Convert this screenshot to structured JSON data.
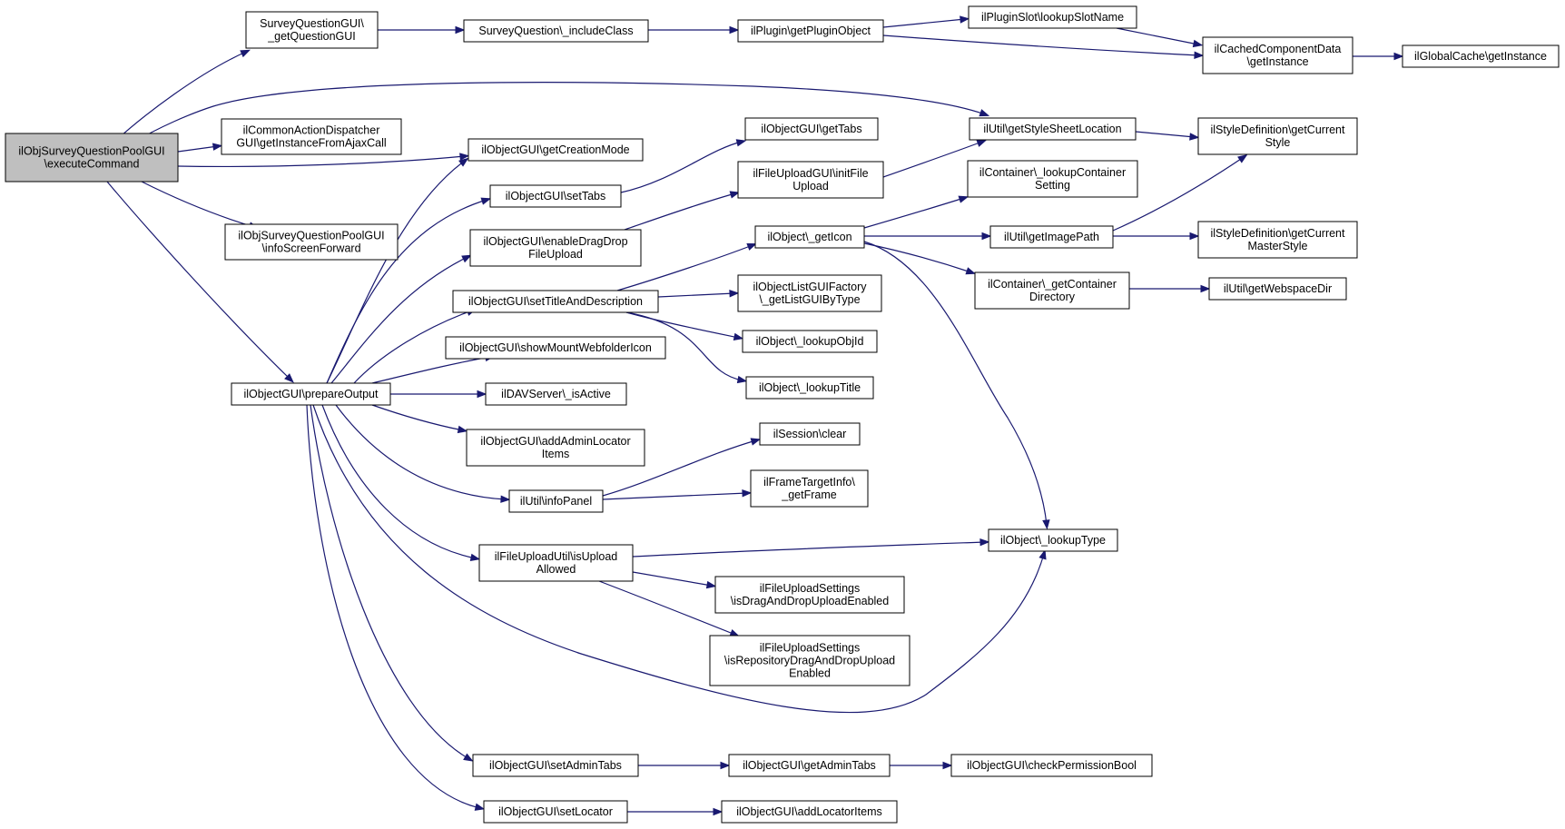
{
  "diagram": {
    "nodes": [
      {
        "id": "execute",
        "lines": [
          "ilObjSurveyQuestionPoolGUI",
          "\\executeCommand"
        ],
        "highlighted": true
      },
      {
        "id": "getQuestionGUI",
        "lines": [
          "SurveyQuestionGUI\\",
          "_getQuestionGUI"
        ]
      },
      {
        "id": "includeClass",
        "lines": [
          "SurveyQuestion\\_includeClass"
        ]
      },
      {
        "id": "getPluginObject",
        "lines": [
          "ilPlugin\\getPluginObject"
        ]
      },
      {
        "id": "lookupSlotName",
        "lines": [
          "ilPluginSlot\\lookupSlotName"
        ]
      },
      {
        "id": "cachedGetInstance",
        "lines": [
          "ilCachedComponentData",
          "\\getInstance"
        ]
      },
      {
        "id": "globalCache",
        "lines": [
          "ilGlobalCache\\getInstance"
        ]
      },
      {
        "id": "getStyleSheetLocation",
        "lines": [
          "ilUtil\\getStyleSheetLocation"
        ]
      },
      {
        "id": "getCurrentStyle",
        "lines": [
          "ilStyleDefinition\\getCurrent",
          "Style"
        ]
      },
      {
        "id": "commonAction",
        "lines": [
          "ilCommonActionDispatcher",
          "GUI\\getInstanceFromAjaxCall"
        ]
      },
      {
        "id": "getCreationMode",
        "lines": [
          "ilObjectGUI\\getCreationMode"
        ]
      },
      {
        "id": "getTabs",
        "lines": [
          "ilObjectGUI\\getTabs"
        ]
      },
      {
        "id": "setTabs",
        "lines": [
          "ilObjectGUI\\setTabs"
        ]
      },
      {
        "id": "initFileUpload",
        "lines": [
          "ilFileUploadGUI\\initFile",
          "Upload"
        ]
      },
      {
        "id": "lookupContainerSetting",
        "lines": [
          "ilContainer\\_lookupContainer",
          "Setting"
        ]
      },
      {
        "id": "infoScreenForward",
        "lines": [
          "ilObjSurveyQuestionPoolGUI",
          "\\infoScreenForward"
        ]
      },
      {
        "id": "enableDragDrop",
        "lines": [
          "ilObjectGUI\\enableDragDrop",
          "FileUpload"
        ]
      },
      {
        "id": "getIcon",
        "lines": [
          "ilObject\\_getIcon"
        ]
      },
      {
        "id": "getImagePath",
        "lines": [
          "ilUtil\\getImagePath"
        ]
      },
      {
        "id": "getCurrentMasterStyle",
        "lines": [
          "ilStyleDefinition\\getCurrent",
          "MasterStyle"
        ]
      },
      {
        "id": "setTitleAndDescription",
        "lines": [
          "ilObjectGUI\\setTitleAndDescription"
        ]
      },
      {
        "id": "getListGUIByType",
        "lines": [
          "ilObjectListGUIFactory",
          "\\_getListGUIByType"
        ]
      },
      {
        "id": "getContainerDirectory",
        "lines": [
          "ilContainer\\_getContainer",
          "Directory"
        ]
      },
      {
        "id": "getWebspaceDir",
        "lines": [
          "ilUtil\\getWebspaceDir"
        ]
      },
      {
        "id": "showMountWebfolderIcon",
        "lines": [
          "ilObjectGUI\\showMountWebfolderIcon"
        ]
      },
      {
        "id": "lookupObjId",
        "lines": [
          "ilObject\\_lookupObjId"
        ]
      },
      {
        "id": "lookupTitle",
        "lines": [
          "ilObject\\_lookupTitle"
        ]
      },
      {
        "id": "prepareOutput",
        "lines": [
          "ilObjectGUI\\prepareOutput"
        ]
      },
      {
        "id": "davIsActive",
        "lines": [
          "ilDAVServer\\_isActive"
        ]
      },
      {
        "id": "addAdminLocatorItems",
        "lines": [
          "ilObjectGUI\\addAdminLocator",
          "Items"
        ]
      },
      {
        "id": "sessionClear",
        "lines": [
          "ilSession\\clear"
        ]
      },
      {
        "id": "infoPanel",
        "lines": [
          "ilUtil\\infoPanel"
        ]
      },
      {
        "id": "getFrame",
        "lines": [
          "ilFrameTargetInfo\\",
          "_getFrame"
        ]
      },
      {
        "id": "lookupType",
        "lines": [
          "ilObject\\_lookupType"
        ]
      },
      {
        "id": "isUploadAllowed",
        "lines": [
          "ilFileUploadUtil\\isUpload",
          "Allowed"
        ]
      },
      {
        "id": "isDragAndDropUploadEnabled",
        "lines": [
          "ilFileUploadSettings",
          "\\isDragAndDropUploadEnabled"
        ]
      },
      {
        "id": "isRepositoryDragAndDrop",
        "lines": [
          "ilFileUploadSettings",
          "\\isRepositoryDragAndDropUpload",
          "Enabled"
        ]
      },
      {
        "id": "setAdminTabs",
        "lines": [
          "ilObjectGUI\\setAdminTabs"
        ]
      },
      {
        "id": "getAdminTabs",
        "lines": [
          "ilObjectGUI\\getAdminTabs"
        ]
      },
      {
        "id": "checkPermissionBool",
        "lines": [
          "ilObjectGUI\\checkPermissionBool"
        ]
      },
      {
        "id": "setLocator",
        "lines": [
          "ilObjectGUI\\setLocator"
        ]
      },
      {
        "id": "addLocatorItems",
        "lines": [
          "ilObjectGUI\\addLocatorItems"
        ]
      }
    ],
    "edges": [
      {
        "from": "execute",
        "to": "getQuestionGUI"
      },
      {
        "from": "execute",
        "to": "getStyleSheetLocation"
      },
      {
        "from": "execute",
        "to": "commonAction"
      },
      {
        "from": "execute",
        "to": "getCreationMode"
      },
      {
        "from": "execute",
        "to": "infoScreenForward"
      },
      {
        "from": "execute",
        "to": "prepareOutput"
      },
      {
        "from": "getQuestionGUI",
        "to": "includeClass"
      },
      {
        "from": "includeClass",
        "to": "getPluginObject"
      },
      {
        "from": "getPluginObject",
        "to": "lookupSlotName"
      },
      {
        "from": "getPluginObject",
        "to": "cachedGetInstance"
      },
      {
        "from": "lookupSlotName",
        "to": "cachedGetInstance"
      },
      {
        "from": "cachedGetInstance",
        "to": "globalCache"
      },
      {
        "from": "getStyleSheetLocation",
        "to": "getCurrentStyle"
      },
      {
        "from": "setTabs",
        "to": "getTabs"
      },
      {
        "from": "enableDragDrop",
        "to": "initFileUpload"
      },
      {
        "from": "initFileUpload",
        "to": "getStyleSheetLocation"
      },
      {
        "from": "setTitleAndDescription",
        "to": "getIcon"
      },
      {
        "from": "setTitleAndDescription",
        "to": "getListGUIByType"
      },
      {
        "from": "setTitleAndDescription",
        "to": "lookupObjId"
      },
      {
        "from": "setTitleAndDescription",
        "to": "lookupTitle"
      },
      {
        "from": "getIcon",
        "to": "lookupContainerSetting"
      },
      {
        "from": "getIcon",
        "to": "getImagePath"
      },
      {
        "from": "getIcon",
        "to": "getContainerDirectory"
      },
      {
        "from": "getIcon",
        "to": "lookupType"
      },
      {
        "from": "getImagePath",
        "to": "getCurrentStyle"
      },
      {
        "from": "getImagePath",
        "to": "getCurrentMasterStyle"
      },
      {
        "from": "getContainerDirectory",
        "to": "getWebspaceDir"
      },
      {
        "from": "prepareOutput",
        "to": "getCreationMode"
      },
      {
        "from": "prepareOutput",
        "to": "setTabs"
      },
      {
        "from": "prepareOutput",
        "to": "enableDragDrop"
      },
      {
        "from": "prepareOutput",
        "to": "setTitleAndDescription"
      },
      {
        "from": "prepareOutput",
        "to": "showMountWebfolderIcon"
      },
      {
        "from": "prepareOutput",
        "to": "davIsActive"
      },
      {
        "from": "prepareOutput",
        "to": "addAdminLocatorItems"
      },
      {
        "from": "prepareOutput",
        "to": "infoPanel"
      },
      {
        "from": "prepareOutput",
        "to": "isUploadAllowed"
      },
      {
        "from": "prepareOutput",
        "to": "lookupType"
      },
      {
        "from": "prepareOutput",
        "to": "setAdminTabs"
      },
      {
        "from": "prepareOutput",
        "to": "setLocator"
      },
      {
        "from": "infoPanel",
        "to": "sessionClear"
      },
      {
        "from": "infoPanel",
        "to": "getFrame"
      },
      {
        "from": "isUploadAllowed",
        "to": "lookupType"
      },
      {
        "from": "isUploadAllowed",
        "to": "isDragAndDropUploadEnabled"
      },
      {
        "from": "isUploadAllowed",
        "to": "isRepositoryDragAndDrop"
      },
      {
        "from": "setAdminTabs",
        "to": "getAdminTabs"
      },
      {
        "from": "getAdminTabs",
        "to": "checkPermissionBool"
      },
      {
        "from": "setLocator",
        "to": "addLocatorItems"
      }
    ],
    "colors": {
      "edge": "#191970",
      "node_fill": "#ffffff",
      "node_highlight_fill": "#bfbfbf",
      "node_border": "#000000"
    }
  }
}
